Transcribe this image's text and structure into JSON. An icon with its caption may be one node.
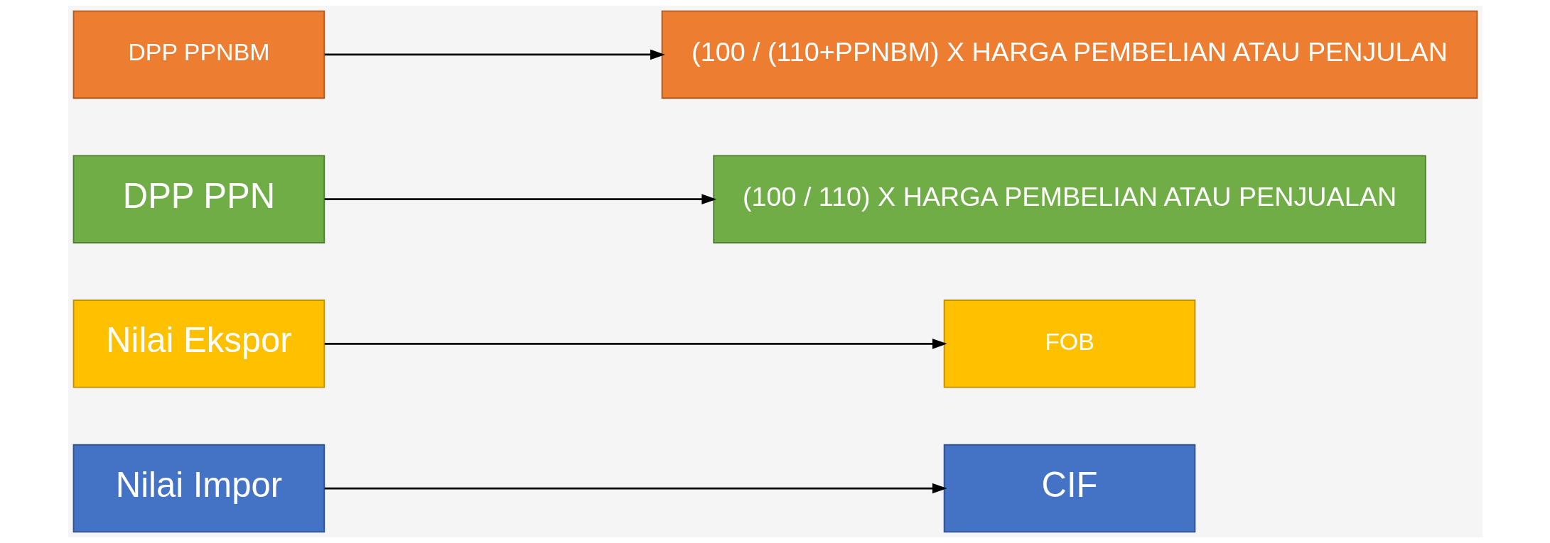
{
  "diagram": {
    "nodes": [
      {
        "text": [
          "Nilai Impor"
        ]
      },
      {
        "text": [
          "CIF"
        ]
      },
      {
        "text": [
          "Nilai Ekspor"
        ]
      },
      {
        "text": [
          "FOB"
        ]
      },
      {
        "text": [
          "DPP PPN"
        ]
      },
      {
        "text": [
          "(100 / 110) X HARGA PEMBELIAN ATAU PENJUALAN"
        ]
      },
      {
        "text": [
          "DPP PPNBM"
        ]
      },
      {
        "text": [
          "(100 / (110+PPNBM) X HARGA PEMBELIAN ATAU PENJULAN"
        ]
      }
    ],
    "edges": [
      {
        "from": 0,
        "to": 1,
        "arrow": "to"
      },
      {
        "from": 2,
        "to": 3,
        "arrow": "to"
      },
      {
        "from": 4,
        "to": 5,
        "arrow": "to"
      },
      {
        "from": 6,
        "to": 7,
        "arrow": "to"
      }
    ]
  }
}
